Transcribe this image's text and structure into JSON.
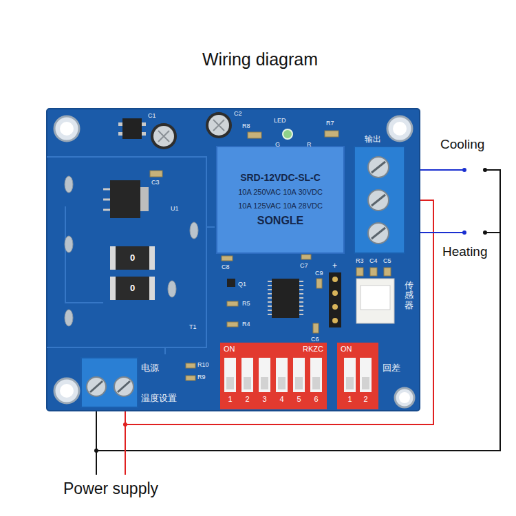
{
  "diagram": {
    "title": "Wiring diagram",
    "nodes": [
      {
        "text": [
          "SRD-12VDC-SL-C",
          "10A 250VAC 10A 30VDC",
          "10A 125VAC 10A 28VDC",
          "SONGLE"
        ]
      },
      {
        "text": [
          "0"
        ]
      },
      {
        "text": [
          "0"
        ]
      },
      {
        "text": [
          "ON",
          "RKZC",
          "1",
          "2",
          "3",
          "4",
          "5",
          "6"
        ]
      },
      {
        "text": [
          "ON",
          "1",
          "2"
        ]
      }
    ],
    "labels": [
      "C1",
      "C2",
      "R8",
      "LED",
      "R7",
      "G",
      "R",
      "C3",
      "U1",
      "输出",
      "Cooling",
      "Heating",
      "C8",
      "C7",
      "C9",
      "Q1",
      "R5",
      "R4",
      "+",
      "R3",
      "C4",
      "C5",
      "传感器",
      "C6",
      "T1",
      "R10",
      "R9",
      "电源",
      "温度设置",
      "回差",
      "Power supply"
    ]
  }
}
